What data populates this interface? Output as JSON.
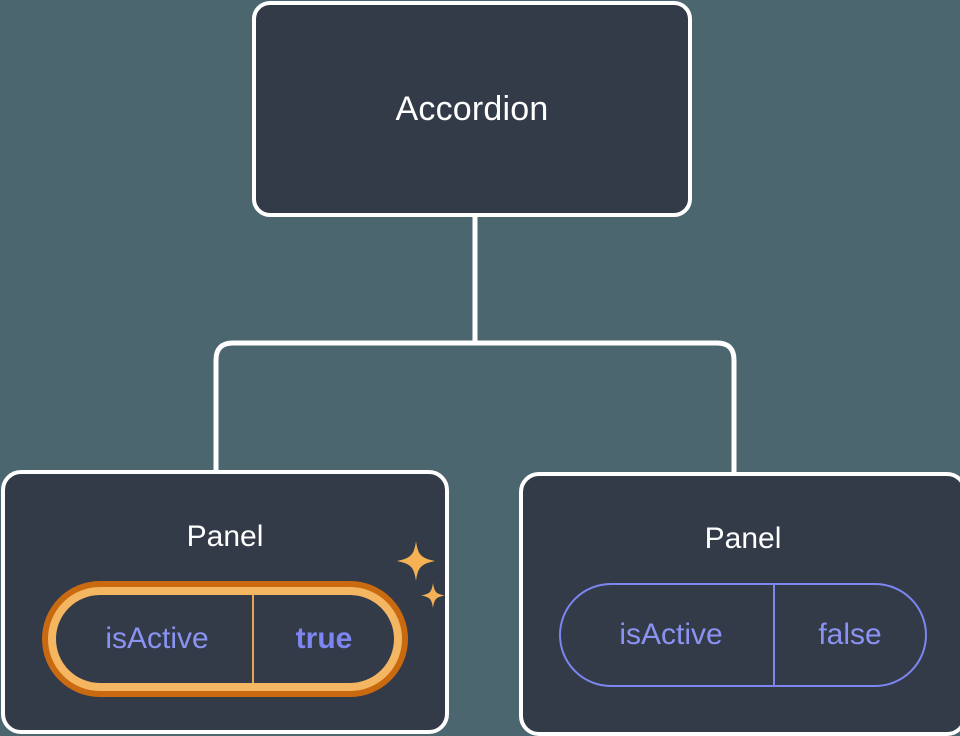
{
  "diagram": {
    "type": "component-tree",
    "background_color": "#4c6670",
    "node_fill_color": "#333b49",
    "node_border_color": "#ffffff",
    "edge_color": "#ffffff",
    "accent_highlight_color": "#f5b662",
    "accent_highlight_outer_color": "#c96a11",
    "prop_text_color": "#8b93f2",
    "prop_border_color": "#7d86f0",
    "root": {
      "title": "Accordion"
    },
    "children": [
      {
        "title": "Panel",
        "highlighted": true,
        "prop": {
          "key": "isActive",
          "value": "true"
        },
        "sparkle_icons": [
          "sparkle-large-icon",
          "sparkle-small-icon"
        ]
      },
      {
        "title": "Panel",
        "highlighted": false,
        "prop": {
          "key": "isActive",
          "value": "false"
        },
        "sparkle_icons": []
      }
    ]
  }
}
